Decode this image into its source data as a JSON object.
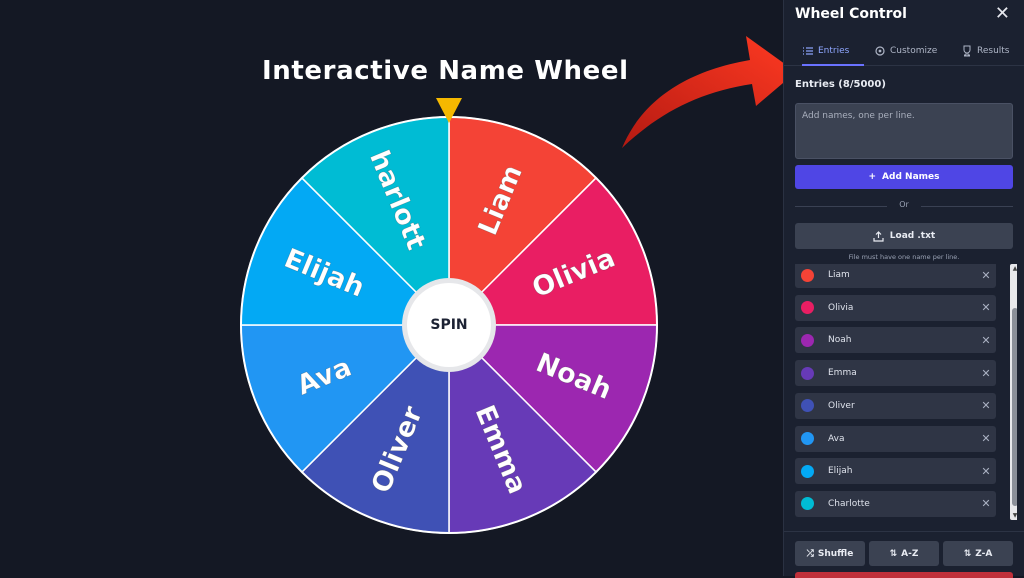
{
  "headline": "Interactive Name Wheel",
  "wheel": {
    "spin_label": "SPIN",
    "segments": [
      {
        "label": "Liam",
        "color": "#f44336"
      },
      {
        "label": "Olivia",
        "color": "#e91e63"
      },
      {
        "label": "Noah",
        "color": "#9c27b0"
      },
      {
        "label": "Emma",
        "color": "#673ab7"
      },
      {
        "label": "Oliver",
        "color": "#3f51b5"
      },
      {
        "label": "Ava",
        "color": "#2196f3"
      },
      {
        "label": "Elijah",
        "color": "#03a9f4"
      },
      {
        "label": "harlott",
        "color": "#00bcd4"
      }
    ],
    "pointer_color": "#f5b800"
  },
  "panel": {
    "title": "Wheel Control",
    "tabs": [
      {
        "label": "Entries",
        "icon": "list-icon",
        "active": true
      },
      {
        "label": "Customize",
        "icon": "gear-icon",
        "active": false
      },
      {
        "label": "Results",
        "icon": "trophy-icon",
        "active": false
      }
    ],
    "entries_label": "Entries (8/5000)",
    "textarea_placeholder": "Add names, one per line.",
    "add_button": "Add Names",
    "or_label": "Or",
    "load_button": "Load .txt",
    "load_hint": "File must have one name per line.",
    "entries": [
      {
        "name": "Liam",
        "color": "#f44336"
      },
      {
        "name": "Olivia",
        "color": "#e91e63"
      },
      {
        "name": "Noah",
        "color": "#9c27b0"
      },
      {
        "name": "Emma",
        "color": "#673ab7"
      },
      {
        "name": "Oliver",
        "color": "#3f51b5"
      },
      {
        "name": "Ava",
        "color": "#2196f3"
      },
      {
        "name": "Elijah",
        "color": "#03a9f4"
      },
      {
        "name": "Charlotte",
        "color": "#00bcd4"
      }
    ],
    "actions": {
      "shuffle": "Shuffle",
      "sort_az": "A-Z",
      "sort_za": "Z-A"
    }
  },
  "accent_color": "#4f46e5",
  "arrow_color": "#e8281d"
}
